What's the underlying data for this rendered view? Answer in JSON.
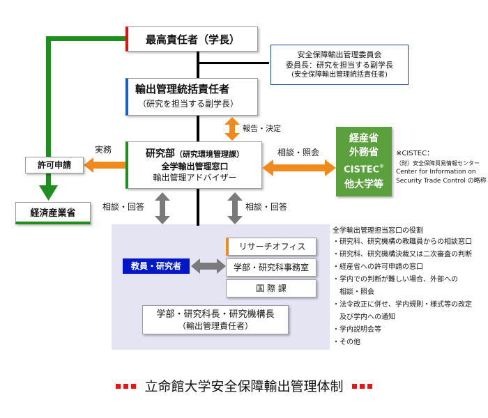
{
  "president": "最高責任者（学長）",
  "committee": {
    "line1": "安全保障輸出管理委員会",
    "line2": "委員長：研究を担当する副学長",
    "line3": "(安全保障輸出管理統括責任者)"
  },
  "chief": {
    "title": "輸出管理統括責任者",
    "sub": "（研究を担当する副学長）"
  },
  "report_label": "報告・決定",
  "research_dept": {
    "title": "研究部",
    "title_paren": "（研究環境管理課）",
    "line2": "全学輸出管理窓口",
    "line3": "輸出管理アドバイザー"
  },
  "jitsumu_label": "実務",
  "permit": "許可申請",
  "meti": "経済産業省",
  "ministries": {
    "line1": "経産省",
    "line2": "外務省",
    "line3": "CISTEC",
    "line3_mark": "※",
    "line4": "他大学等"
  },
  "consult_label_right": "相談・照会",
  "cistec_note": {
    "line1": "※CISTEC：",
    "line2": "（財）安全保障貿易情報センター",
    "line3": "Center for Information on",
    "line4": "Security Trade Control の略称"
  },
  "consult_label_left": "相談・回答",
  "consult_label_mid": "相談・回答",
  "faculty": "教員・研究者",
  "research_office": "リサーチオフィス",
  "dept_office": "学部・研究科事務室",
  "intl_office": "国 際 課",
  "dean": {
    "line1": "学部・研究科長・研究機構長",
    "line2": "（輸出管理責任者）"
  },
  "roles": {
    "title": "全学輸出管理担当窓口の役割",
    "items": [
      "・研究科、研究機構の教職員からの相談窓口",
      "・研究科、研究機構決裁又は二次審査の判断",
      "・経産省への許可申請の窓口",
      "・学内での判断が難しい場合、外部への",
      "　相談・照会",
      "・法令改正に併せ、学内規則・様式等の改定",
      "　及び学内への通知",
      "・学内説明会等",
      "・その他"
    ]
  },
  "footer_title": "立命館大学安全保障輸出管理体制",
  "colors": {
    "green": "#1e8e1e",
    "green_box": "#5aa03c",
    "orange": "#f08a1c",
    "gray_arrow": "#7a7a7a",
    "blue_badge": "#0018c8",
    "lavender": "#e4e4f3",
    "red_accent": "#e11111",
    "blue_accent": "#1a5fc8"
  }
}
